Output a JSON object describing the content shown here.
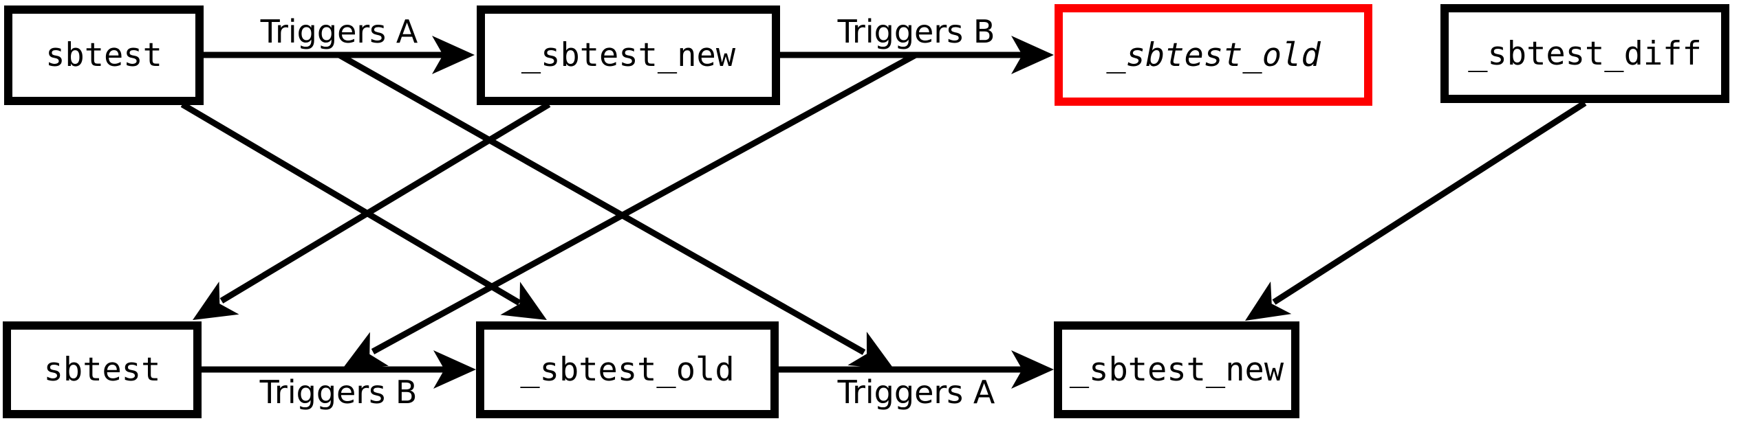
{
  "colors": {
    "background": "#ffffff",
    "line": "#000000",
    "text": "#000000",
    "highlight_border": "#fe0000"
  },
  "top_row": {
    "boxes": [
      {
        "label": "sbtest",
        "highlighted": false
      },
      {
        "label": "_sbtest_new",
        "highlighted": false
      },
      {
        "label": "_sbtest_old",
        "highlighted": true,
        "italic": true
      },
      {
        "label": "_sbtest_diff",
        "highlighted": false
      }
    ],
    "arrow_labels": [
      {
        "text": "Triggers A"
      },
      {
        "text": "Triggers B"
      }
    ]
  },
  "bottom_row": {
    "boxes": [
      {
        "label": "sbtest"
      },
      {
        "label": "_sbtest_old"
      },
      {
        "label": "_sbtest_new"
      }
    ],
    "arrow_labels": [
      {
        "text": "Triggers B"
      },
      {
        "text": "Triggers A"
      }
    ]
  },
  "edges": {
    "top_trigger_a": {
      "from": "top sbtest",
      "to": "top _sbtest_new",
      "label": "Triggers A"
    },
    "top_trigger_b": {
      "from": "top _sbtest_new",
      "to": "top _sbtest_old",
      "label": "Triggers B"
    },
    "bottom_trigger_b": {
      "from": "bottom sbtest",
      "to": "bottom _sbtest_old",
      "label": "Triggers B"
    },
    "bottom_trigger_a": {
      "from": "bottom _sbtest_old",
      "to": "bottom _sbtest_new",
      "label": "Triggers A"
    },
    "rename_sbtest_to_old": {
      "from": "top sbtest",
      "to": "bottom _sbtest_old"
    },
    "rename_new_to_sbtest": {
      "from": "top _sbtest_new",
      "to": "bottom sbtest"
    },
    "move_trigger_a": {
      "from": "top Triggers A arrow",
      "to": "bottom Triggers A arrow"
    },
    "move_trigger_b": {
      "from": "top Triggers B arrow",
      "to": "bottom Triggers B arrow"
    },
    "diff_to_new": {
      "from": "top _sbtest_diff",
      "to": "bottom _sbtest_new"
    }
  }
}
